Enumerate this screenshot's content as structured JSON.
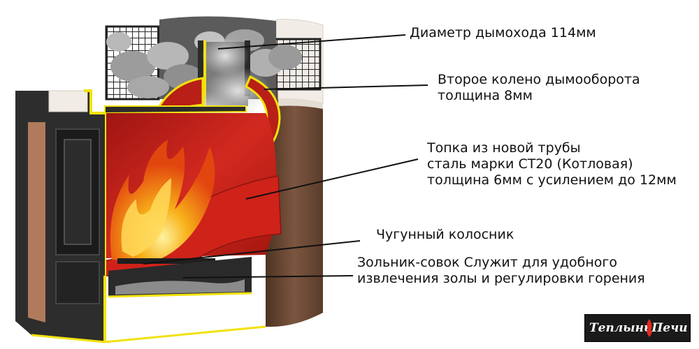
{
  "labels": {
    "chimney": {
      "lines": [
        "Диаметр дымохода 114мм"
      ]
    },
    "second_knee": {
      "lines": [
        "Второе колено дымооборота",
        "толщина 8мм"
      ]
    },
    "firebox": {
      "lines": [
        "Топка из новой трубы",
        "сталь марки СТ20 (Котловая)",
        "толщина 6мм с усилением до 12мм"
      ]
    },
    "grate": {
      "lines": [
        "Чугунный колосник"
      ]
    },
    "ash_pan": {
      "lines": [
        "Зольник-совок Служит для удобного",
        "извлечения золы и регулировки горения"
      ]
    }
  },
  "logo": {
    "part1": "Теплынь",
    "part2": "Печи"
  },
  "colors": {
    "firebox_red": "#c4201c",
    "accent_yellow": "#f2e20c",
    "frame_dark": "#2b2b2b",
    "shell_brown": "#6b4a34",
    "stone_grey": "#a9a9a9",
    "flame_orange": "#f39a12"
  }
}
